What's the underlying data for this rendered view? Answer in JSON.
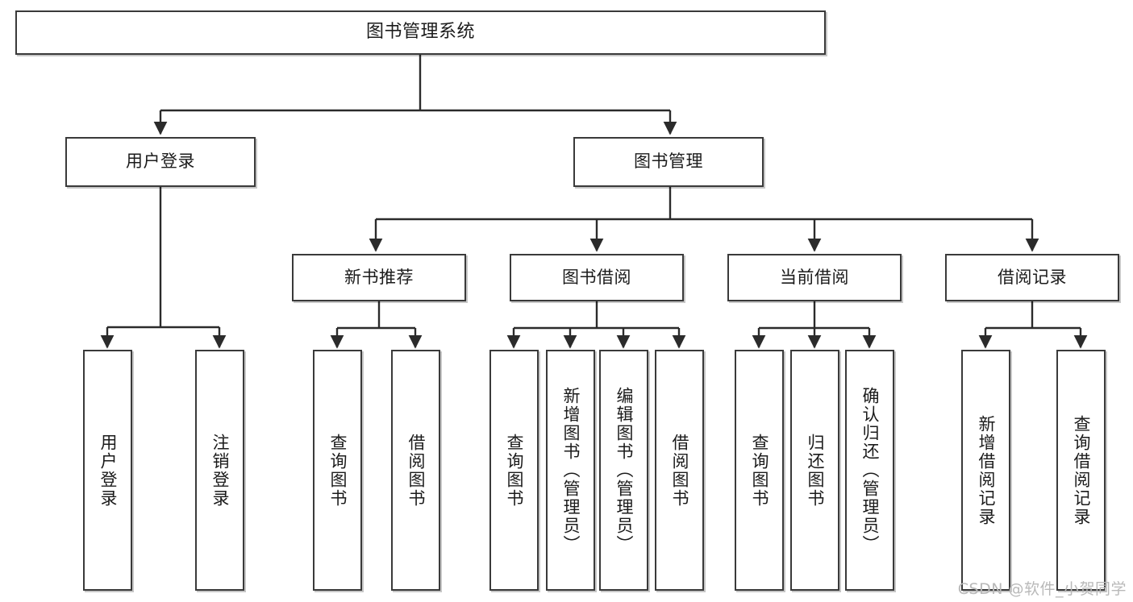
{
  "diagram": {
    "title": "图书管理系统",
    "type": "tree-hierarchy",
    "watermark": "CSDN @软件_小贺同学",
    "colors": {
      "box_border": "#3a3a3a",
      "box_fill": "#ffffff",
      "connector": "#2b2b2b",
      "text": "#1b1b1b",
      "watermark": "#b9b9b9"
    },
    "root": {
      "label": "图书管理系统"
    },
    "level2": [
      {
        "label": "用户登录"
      },
      {
        "label": "图书管理"
      }
    ],
    "level3": [
      {
        "label": "新书推荐"
      },
      {
        "label": "图书借阅"
      },
      {
        "label": "当前借阅"
      },
      {
        "label": "借阅记录"
      }
    ],
    "leaves": {
      "user_login": [
        {
          "label": "用户登录"
        },
        {
          "label": "注销登录"
        }
      ],
      "new_book": [
        {
          "label": "查询图书"
        },
        {
          "label": "借阅图书"
        }
      ],
      "book_borrow": [
        {
          "label": "查询图书"
        },
        {
          "label": "新增图书（管理员）"
        },
        {
          "label": "编辑图书（管理员）"
        },
        {
          "label": "借阅图书"
        }
      ],
      "current_borrow": [
        {
          "label": "查询图书"
        },
        {
          "label": "归还图书"
        },
        {
          "label": "确认归还（管理员）"
        }
      ],
      "borrow_record": [
        {
          "label": "新增借阅记录"
        },
        {
          "label": "查询借阅记录"
        }
      ]
    }
  }
}
